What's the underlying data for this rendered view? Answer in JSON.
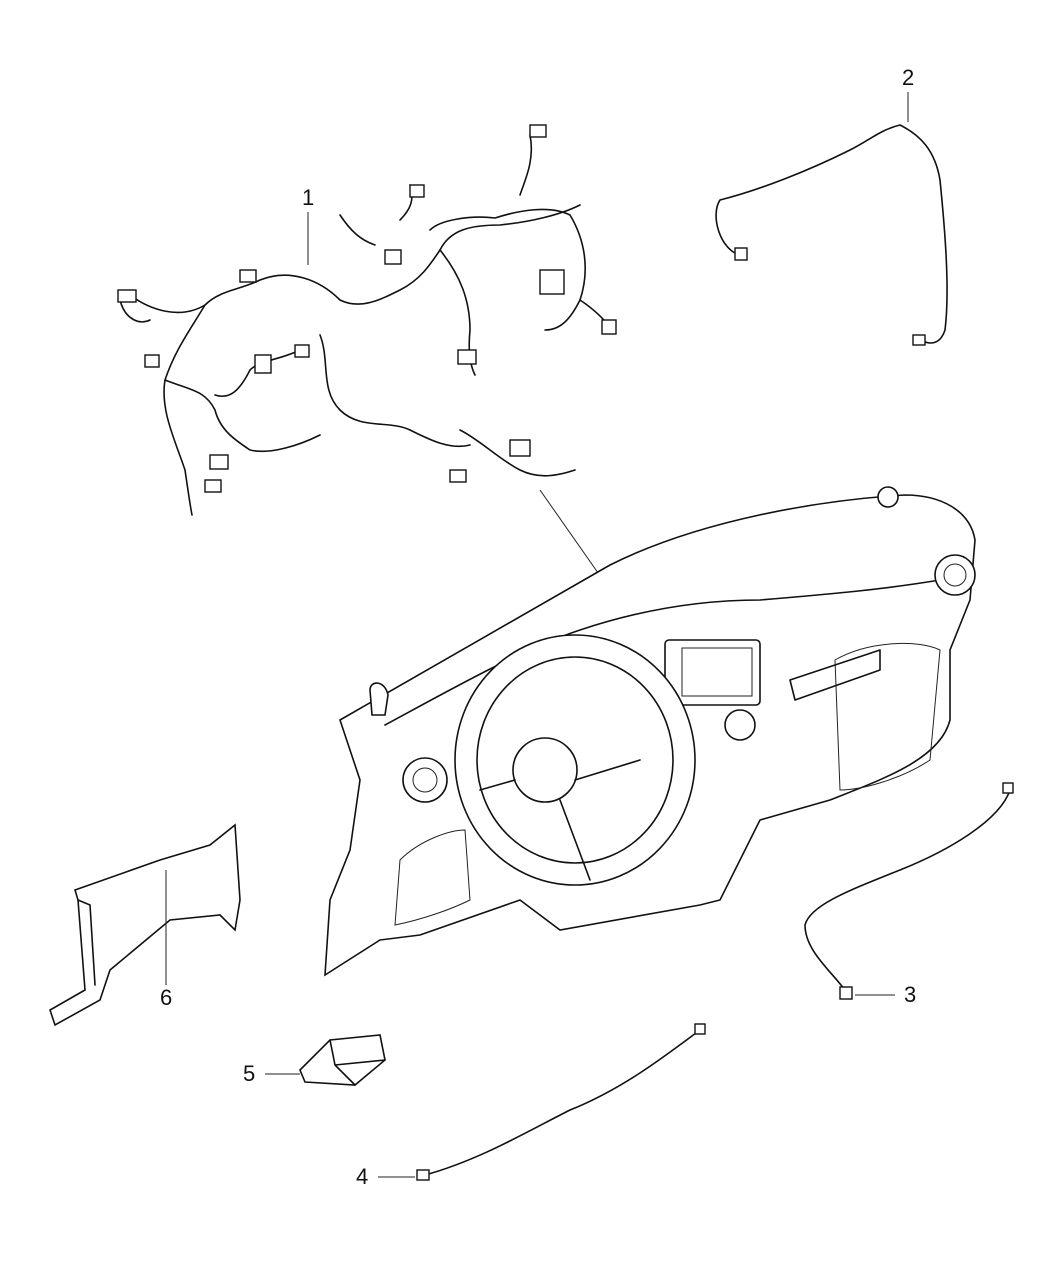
{
  "callouts": [
    {
      "number": "1",
      "part": "wiring-harness-instrument-panel"
    },
    {
      "number": "2",
      "part": "wiring-harness-jumper"
    },
    {
      "number": "3",
      "part": "wiring-lower-right"
    },
    {
      "number": "4",
      "part": "wiring-lower"
    },
    {
      "number": "5",
      "part": "module"
    },
    {
      "number": "6",
      "part": "bracket"
    }
  ]
}
